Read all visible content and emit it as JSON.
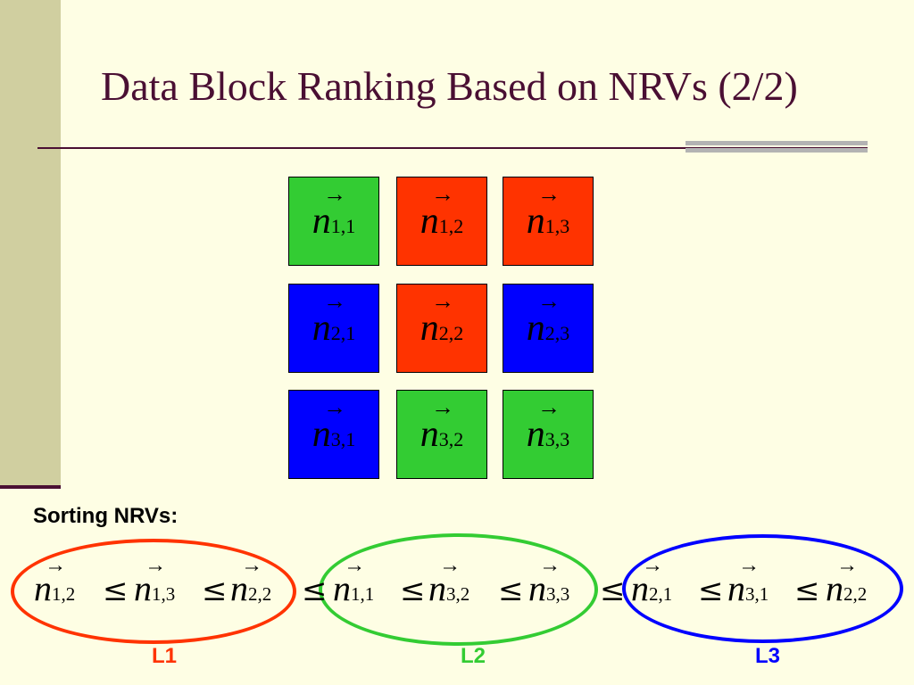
{
  "slide": {
    "title": "Data Block Ranking Based on NRVs (2/2)",
    "sorting_label": "Sorting NRVs:"
  },
  "grid": {
    "cells": [
      {
        "symbol": "n",
        "subscript": "1,1",
        "color": "#33cc33"
      },
      {
        "symbol": "n",
        "subscript": "1,2",
        "color": "#ff3300"
      },
      {
        "symbol": "n",
        "subscript": "1,3",
        "color": "#ff3300"
      },
      {
        "symbol": "n",
        "subscript": "2,1",
        "color": "#0000ff"
      },
      {
        "symbol": "n",
        "subscript": "2,2",
        "color": "#ff3300"
      },
      {
        "symbol": "n",
        "subscript": "2,3",
        "color": "#0000ff"
      },
      {
        "symbol": "n",
        "subscript": "3,1",
        "color": "#0000ff"
      },
      {
        "symbol": "n",
        "subscript": "3,2",
        "color": "#33cc33"
      },
      {
        "symbol": "n",
        "subscript": "3,3",
        "color": "#33cc33"
      }
    ]
  },
  "sorting": {
    "relation": "≤",
    "arrow": "→",
    "terms": [
      {
        "symbol": "n",
        "subscript": "1,2"
      },
      {
        "symbol": "n",
        "subscript": "1,3"
      },
      {
        "symbol": "n",
        "subscript": "2,2"
      },
      {
        "symbol": "n",
        "subscript": "1,1"
      },
      {
        "symbol": "n",
        "subscript": "3,2"
      },
      {
        "symbol": "n",
        "subscript": "3,3"
      },
      {
        "symbol": "n",
        "subscript": "2,1"
      },
      {
        "symbol": "n",
        "subscript": "3,1"
      },
      {
        "symbol": "n",
        "subscript": "2,2"
      }
    ],
    "groups": [
      {
        "label": "L1",
        "color": "#ff3300"
      },
      {
        "label": "L2",
        "color": "#33cc33"
      },
      {
        "label": "L3",
        "color": "#0000ff"
      }
    ]
  },
  "colors": {
    "background": "#fefee4",
    "title": "#4a0f33",
    "sidebar": "#d0cfa0"
  }
}
